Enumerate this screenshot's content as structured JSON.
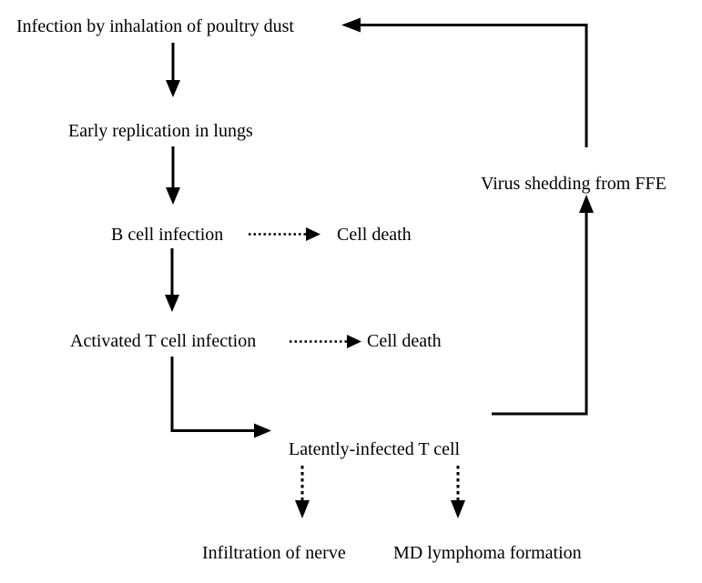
{
  "colors": {
    "background": "#ffffff",
    "line": "#000000",
    "text": "#000000"
  },
  "diagram": {
    "type": "flowchart",
    "nodes": [
      {
        "id": "infection",
        "label": "Infection by inhalation of poultry dust"
      },
      {
        "id": "lungs",
        "label": "Early replication in lungs"
      },
      {
        "id": "bcell",
        "label": "B cell infection"
      },
      {
        "id": "bdeath",
        "label": "Cell death"
      },
      {
        "id": "tcell",
        "label": "Activated T cell infection"
      },
      {
        "id": "tdeath",
        "label": "Cell death"
      },
      {
        "id": "latent",
        "label": "Latently-infected T cell"
      },
      {
        "id": "ffe",
        "label": "Virus shedding from FFE"
      },
      {
        "id": "nerve",
        "label": "Infiltration of nerve"
      },
      {
        "id": "lymphoma",
        "label": "MD lymphoma formation"
      }
    ],
    "edges": [
      {
        "from": "infection",
        "to": "lungs",
        "style": "solid",
        "shape": "straight-down"
      },
      {
        "from": "lungs",
        "to": "bcell",
        "style": "solid",
        "shape": "straight-down"
      },
      {
        "from": "bcell",
        "to": "bdeath",
        "style": "dotted",
        "shape": "straight-right"
      },
      {
        "from": "bcell",
        "to": "tcell",
        "style": "solid",
        "shape": "straight-down"
      },
      {
        "from": "tcell",
        "to": "tdeath",
        "style": "dotted",
        "shape": "straight-right"
      },
      {
        "from": "tcell",
        "to": "latent",
        "style": "solid",
        "shape": "elbow-down-right"
      },
      {
        "from": "latent",
        "to": "ffe",
        "style": "solid",
        "shape": "elbow-right-up"
      },
      {
        "from": "ffe",
        "to": "infection",
        "style": "solid",
        "shape": "elbow-up-left"
      },
      {
        "from": "latent",
        "to": "nerve",
        "style": "dotted",
        "shape": "straight-down"
      },
      {
        "from": "latent",
        "to": "lymphoma",
        "style": "dotted",
        "shape": "straight-down"
      }
    ]
  }
}
